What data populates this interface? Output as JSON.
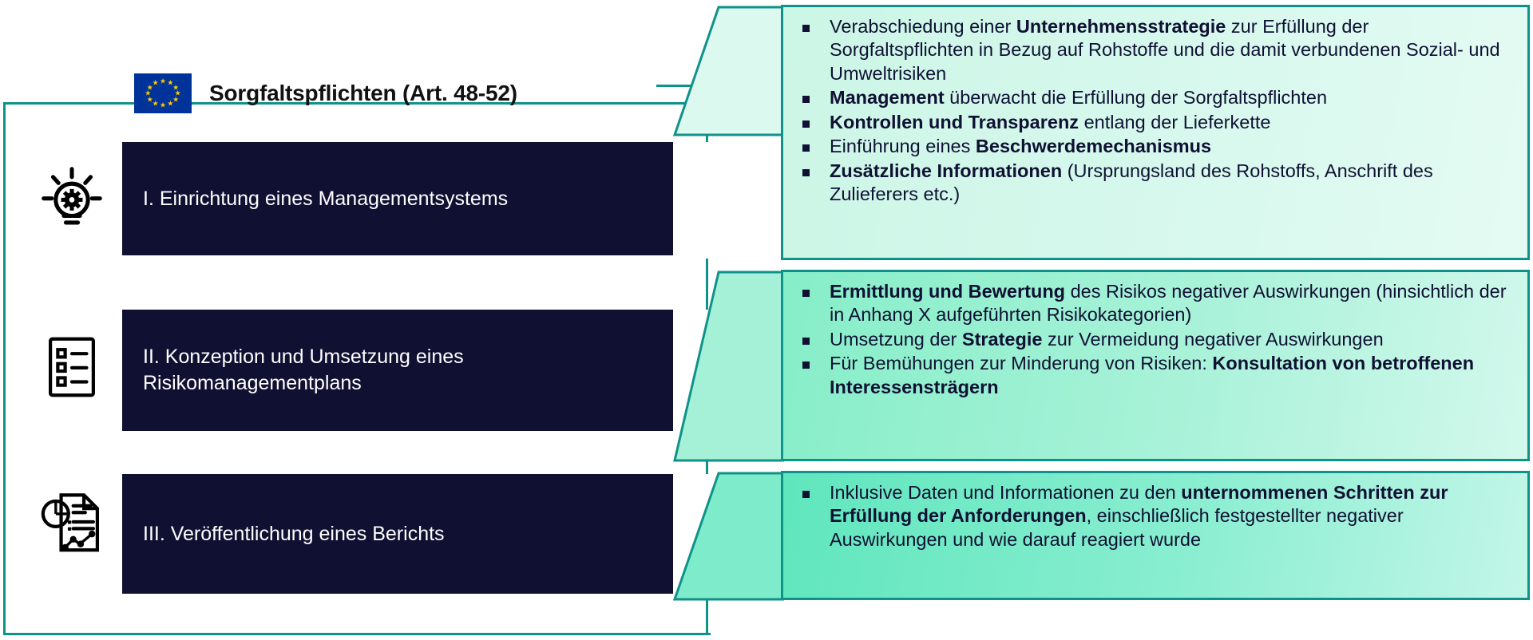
{
  "header": {
    "flag_alt": "eu-flag",
    "title": "Sorgfaltspflichten (Art. 48-52)",
    "flag_star_count": 12
  },
  "colors": {
    "accent_teal": "#0f9289",
    "dark_navy": "#101032",
    "panel_light": "#d5f8ec",
    "panel_mid": "#a9f2d9",
    "panel_strong": "#8aeed1",
    "flag_blue": "#003399",
    "flag_star": "#ffcc00"
  },
  "steps": [
    {
      "icon": "lightbulb-gear-icon",
      "label": "I. Einrichtung eines Managementsystems",
      "bullets": [
        [
          {
            "t": "Verabschiedung einer ",
            "b": false
          },
          {
            "t": "Unternehmensstrategie",
            "b": true
          },
          {
            "t": " zur Erfüllung der  Sorgfaltspflichten in Bezug auf Rohstoffe und die damit verbundenen Sozial- und Umweltrisiken",
            "b": false
          }
        ],
        [
          {
            "t": "Management",
            "b": true
          },
          {
            "t": " überwacht die Erfüllung der Sorgfaltspflichten",
            "b": false
          }
        ],
        [
          {
            "t": "Kontrollen und Transparenz",
            "b": true
          },
          {
            "t": " entlang der Lieferkette",
            "b": false
          }
        ],
        [
          {
            "t": "Einführung eines ",
            "b": false
          },
          {
            "t": "Beschwerdemechanismus",
            "b": true
          }
        ],
        [
          {
            "t": "Zusätzliche Informationen",
            "b": true
          },
          {
            "t": " (Ursprungsland des Rohstoffs, Anschrift des Zulieferers etc.)",
            "b": false
          }
        ]
      ]
    },
    {
      "icon": "checklist-icon",
      "label": "II. Konzeption und Umsetzung eines Risikomanagementplans",
      "bullets": [
        [
          {
            "t": "Ermittlung und Bewertung",
            "b": true
          },
          {
            "t": " des Risikos negativer Auswirkungen (hinsichtlich der in Anhang X aufgeführten Risikokategorien)",
            "b": false
          }
        ],
        [
          {
            "t": "Umsetzung der ",
            "b": false
          },
          {
            "t": "Strategie",
            "b": true
          },
          {
            "t": " zur Vermeidung negativer Auswirkungen",
            "b": false
          }
        ],
        [
          {
            "t": "Für Bemühungen zur Minderung von Risiken: ",
            "b": false
          },
          {
            "t": "Konsultation von betroffenen Interessensträgern",
            "b": true
          }
        ]
      ]
    },
    {
      "icon": "report-chart-document-icon",
      "label": "III. Veröffentlichung eines Berichts",
      "bullets": [
        [
          {
            "t": "Inklusive Daten und Informationen zu den ",
            "b": false
          },
          {
            "t": "unternommenen Schritten zur Erfüllung der Anforderungen",
            "b": true
          },
          {
            "t": ", einschließlich festgestellter negativer Auswirkungen  und wie darauf reagiert wurde",
            "b": false
          }
        ]
      ]
    }
  ]
}
